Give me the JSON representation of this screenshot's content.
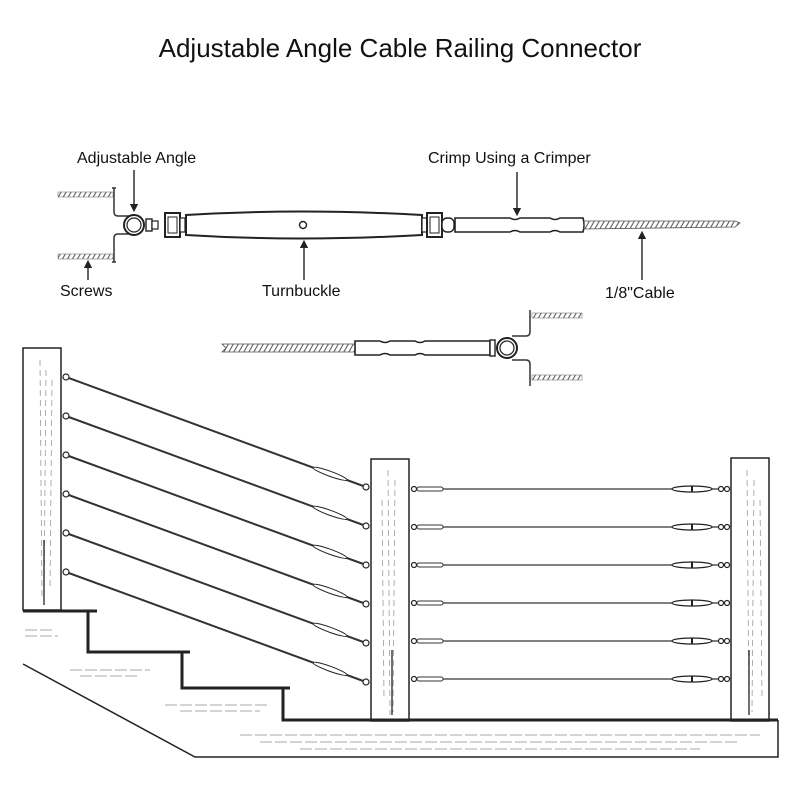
{
  "title": "Adjustable Angle Cable Railing Connector",
  "callouts": {
    "adjustable_angle": "Adjustable Angle",
    "crimp": "Crimp Using a Crimper",
    "screws": "Screws",
    "turnbuckle": "Turnbuckle",
    "cable": "1/8\"Cable"
  },
  "colors": {
    "line": "#222222",
    "hatch": "#555555",
    "wood_grain": "#9a9a9a",
    "background": "#ffffff"
  },
  "railing": {
    "stair_cable_count": 6,
    "level_cable_count": 6,
    "post_count": 3,
    "stair_step_count": 3
  }
}
